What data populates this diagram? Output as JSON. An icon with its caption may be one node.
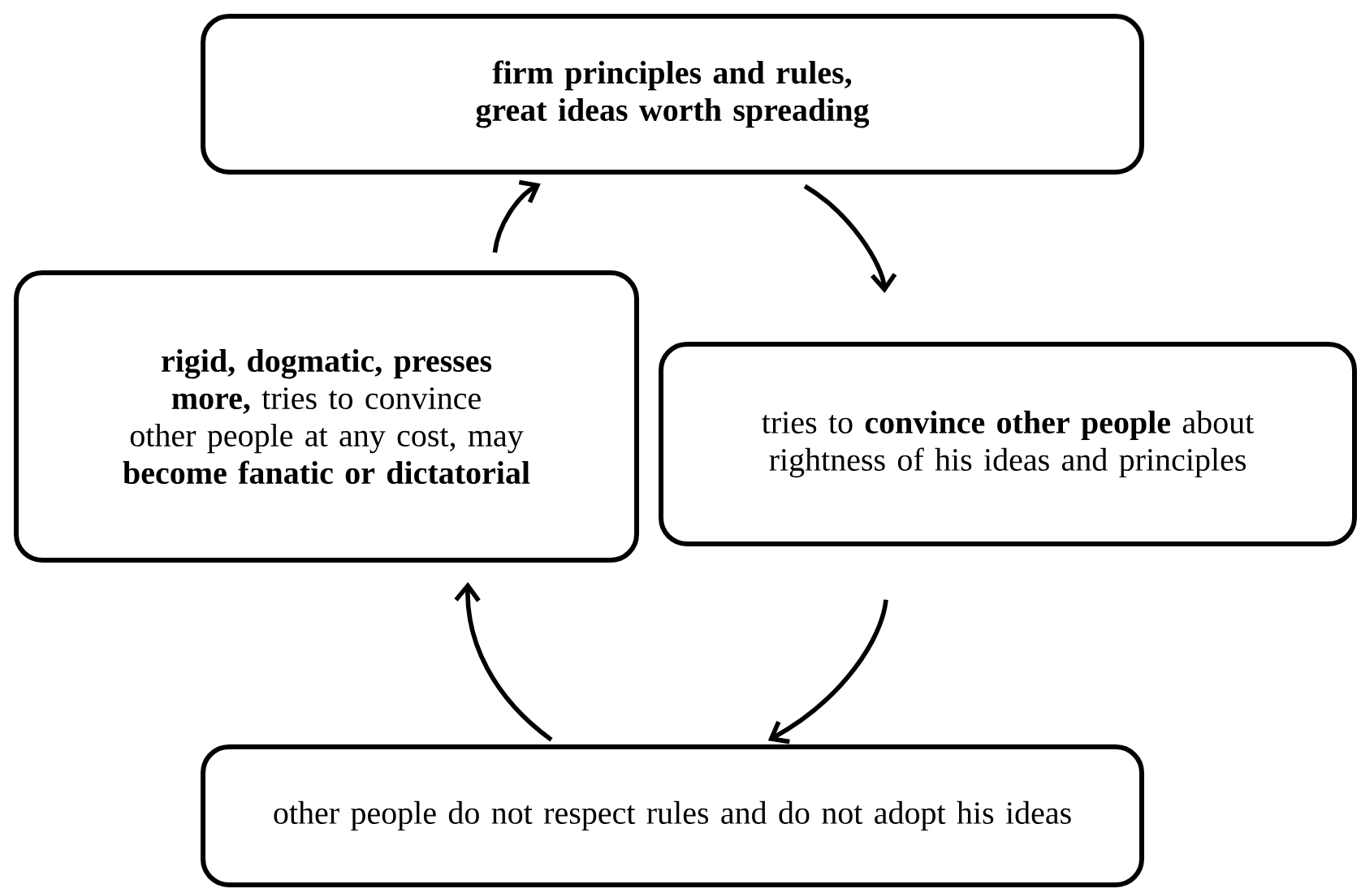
{
  "diagram": {
    "nodes": [
      {
        "text": [
          "firm principles and rules, great ideas worth spreading"
        ]
      },
      {
        "text": [
          "tries to **convince other people** about rightness of his ideas and principles"
        ]
      },
      {
        "text": [
          "other people do not respect rules and do not adopt his ideas"
        ]
      },
      {
        "text": [
          "**rigid, dogmatic, presses more,** tries to convince other people at any cost, may **become fanatic or dictatorial**"
        ]
      }
    ],
    "edges": [
      {
        "from": 0,
        "to": 1,
        "arrow": "to"
      },
      {
        "from": 1,
        "to": 2,
        "arrow": "to"
      },
      {
        "from": 2,
        "to": 3,
        "arrow": "to"
      },
      {
        "from": 3,
        "to": 0,
        "arrow": "to"
      }
    ]
  }
}
